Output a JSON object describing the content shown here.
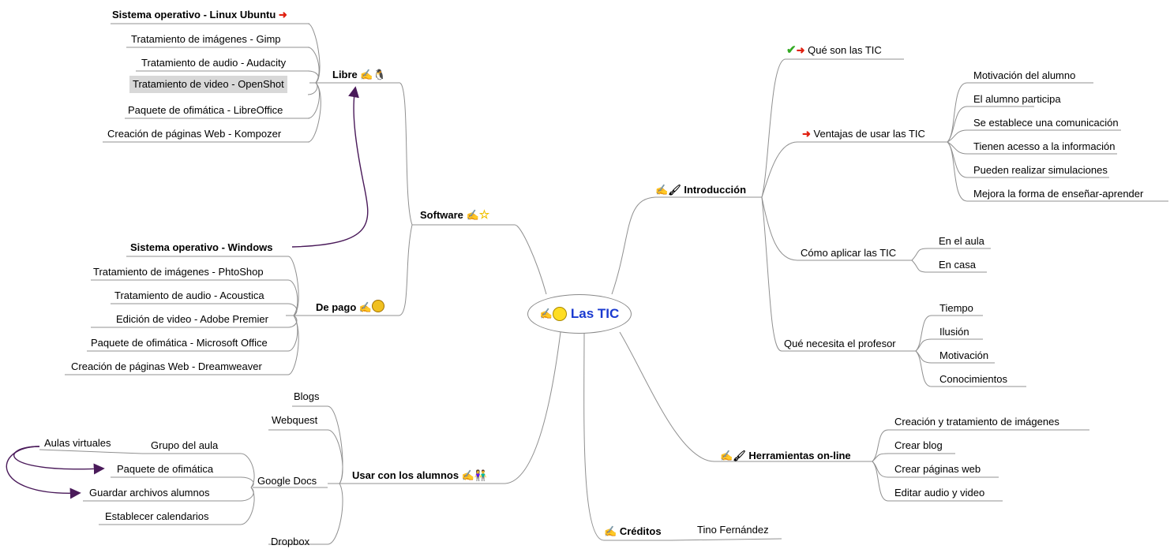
{
  "root": {
    "label": "Las TIC"
  },
  "software": {
    "label": "Software",
    "libre": {
      "label": "Libre",
      "items": [
        "Sistema operativo - Linux Ubuntu",
        "Tratamiento de imágenes - Gimp",
        "Tratamiento de audio - Audacity",
        "Tratamiento de video - OpenShot",
        "Paquete de ofimática - LibreOffice",
        "Creación de páginas Web - Kompozer"
      ]
    },
    "de_pago": {
      "label": "De pago",
      "items": [
        "Sistema operativo - Windows",
        "Tratamiento de imágenes - PhtoShop",
        "Tratamiento de audio -  Acoustica",
        "Edición de video - Adobe Premier",
        "Paquete de ofimática - Microsoft Office",
        "Creación de páginas Web - Dreamweaver"
      ]
    }
  },
  "usar": {
    "label": "Usar con los alumnos",
    "items": [
      "Blogs",
      "Webquest",
      "Google Docs",
      "Dropbox"
    ],
    "google_docs": [
      "Grupo del aula",
      "Paquete de ofimática",
      "Guardar archivos alumnos",
      "Establecer calendarios"
    ],
    "grupo_del_aula": [
      "Aulas virtuales"
    ]
  },
  "introduccion": {
    "label": "Introducción",
    "que_son": "Qué son las TIC",
    "ventajas": {
      "label": "Ventajas de usar las TIC",
      "items": [
        "Motivación del alumno",
        "El alumno participa",
        "Se establece una comunicación",
        "Tienen acesso a la información",
        "Pueden realizar simulaciones",
        "Mejora la forma de enseñar-aprender"
      ]
    },
    "como": {
      "label": "Cómo aplicar las TIC",
      "items": [
        "En el aula",
        "En casa"
      ]
    },
    "profesor": {
      "label": "Qué necesita el profesor",
      "items": [
        "Tiempo",
        "Ilusión",
        "Motivación",
        "Conocimientos"
      ]
    }
  },
  "herramientas": {
    "label": "Herramientas on-line",
    "items": [
      "Creación y tratamiento de imágenes",
      "Crear blog",
      "Crear páginas web",
      "Editar audio y video"
    ]
  },
  "creditos": {
    "label": "Créditos",
    "items": [
      "Tino Fernández"
    ]
  },
  "colors": {
    "root_text": "#1a3ad0",
    "edge": "#909090",
    "link_arrow": "#4a1a5a",
    "icon_arrow": "#e02010"
  },
  "icons": [
    "pencil-icon",
    "smiley-icon",
    "star-icon",
    "penguin-icon",
    "frown-icon",
    "people-icon",
    "check-icon",
    "red-arrow-icon",
    "brush-icon"
  ]
}
